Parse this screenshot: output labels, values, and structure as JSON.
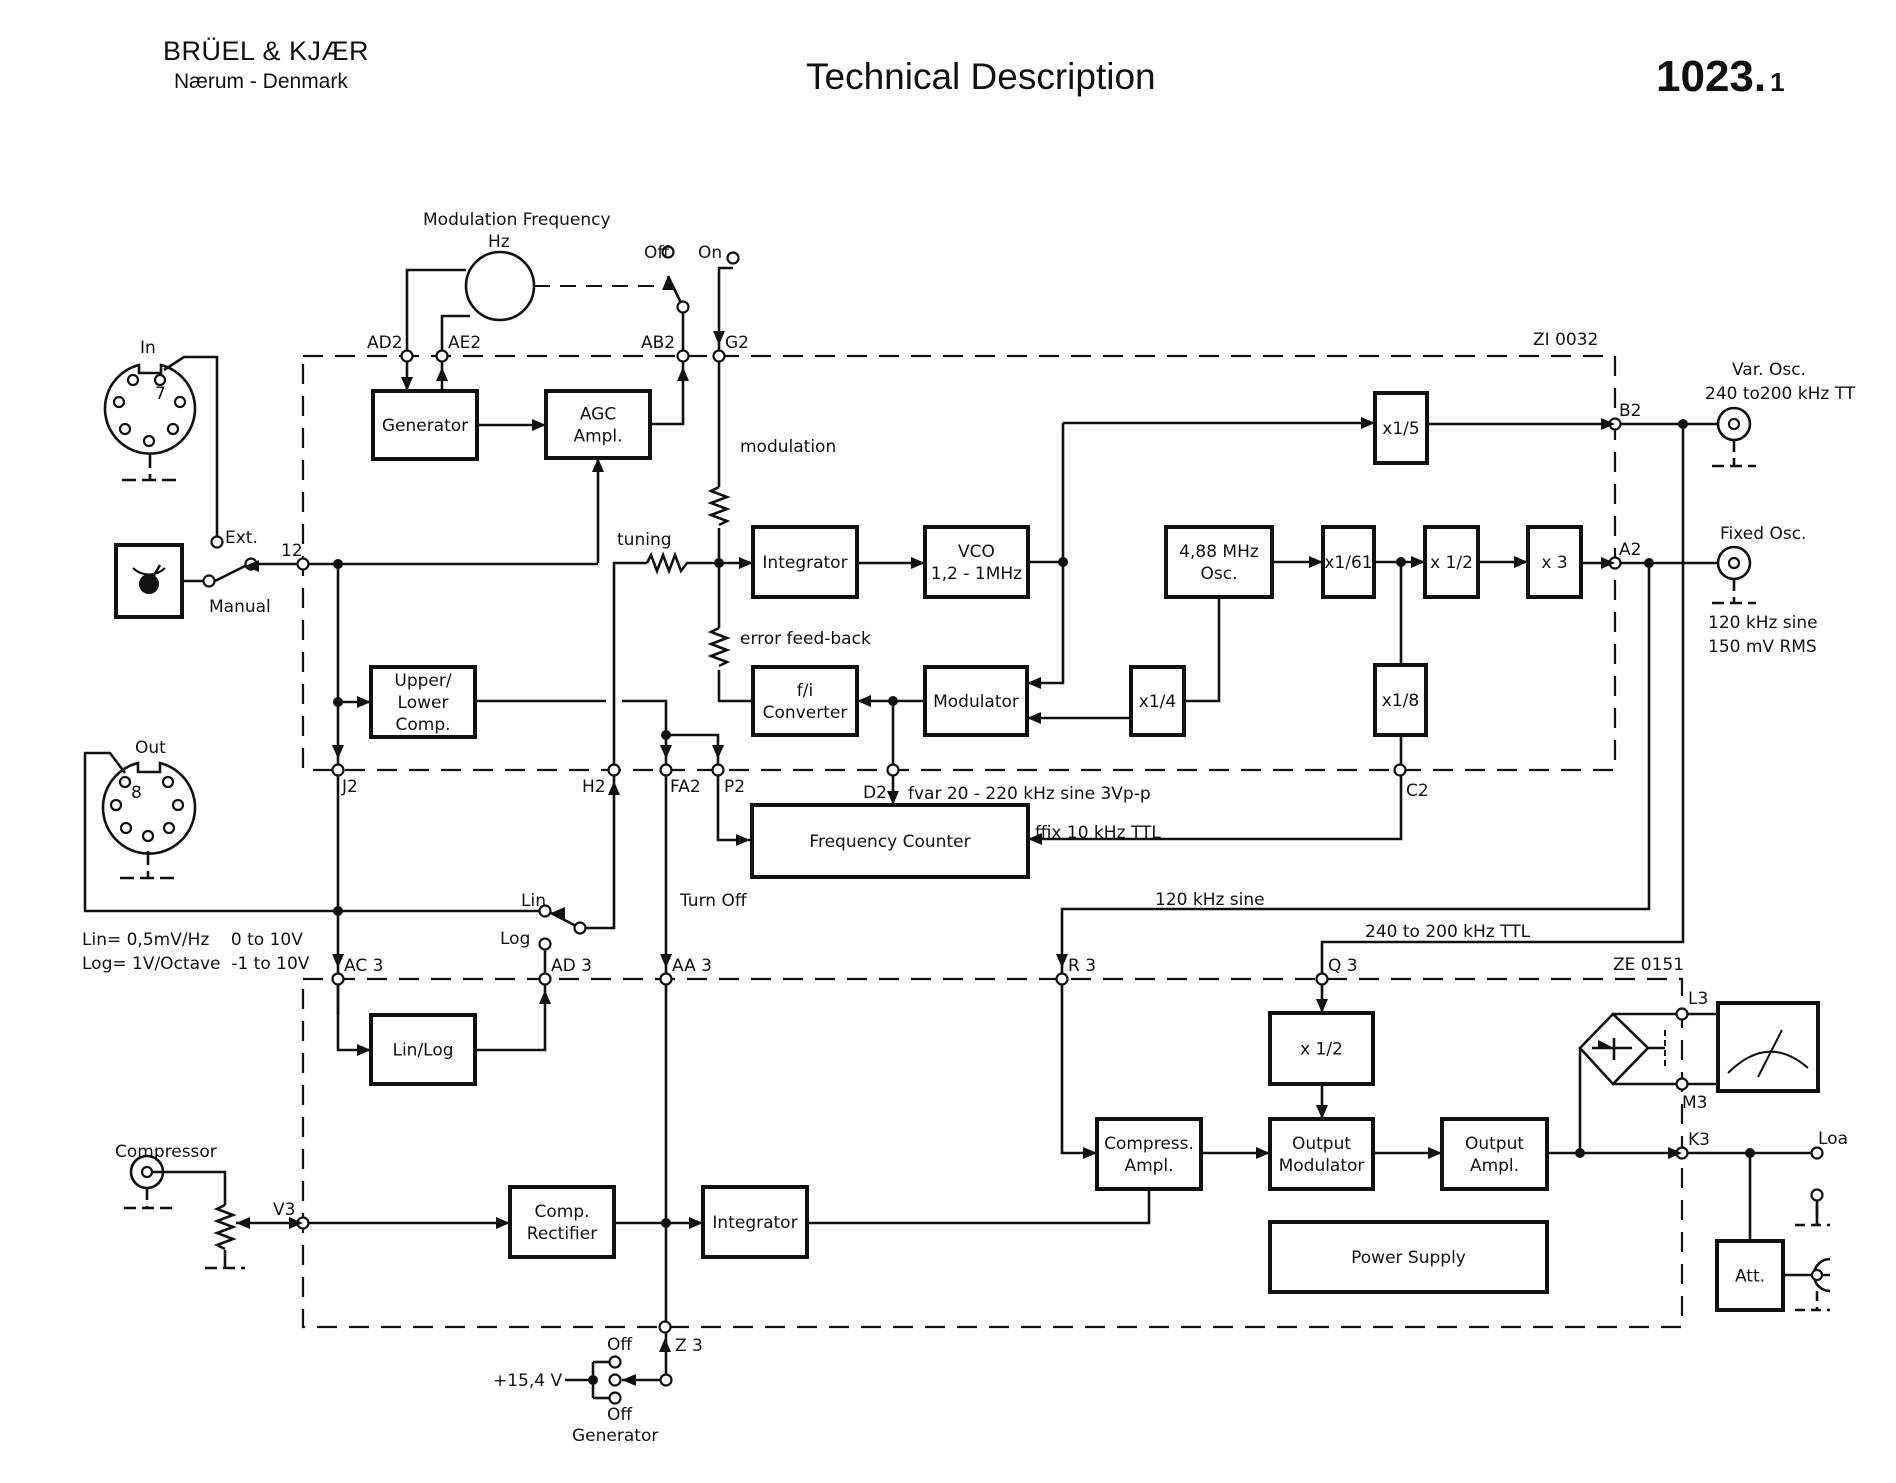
{
  "header": {
    "brand": "BRÜEL & KJÆR",
    "location": "Nærum - Denmark",
    "title": "Technical Description",
    "doc_number": "1023.",
    "doc_sub": "1"
  },
  "modules": {
    "upper": "ZI 0032",
    "lower": "ZE 0151"
  },
  "blocks": {
    "generator": [
      "Generator"
    ],
    "agc": [
      "AGC",
      "Ampl."
    ],
    "integrator_top": [
      "Integrator"
    ],
    "vco": [
      "VCO",
      "1,2 - 1MHz"
    ],
    "osc488": [
      "4,88 MHz",
      "Osc."
    ],
    "div61": [
      "x1/61"
    ],
    "div5": [
      "x1/5"
    ],
    "div2_top": [
      "x 1/2"
    ],
    "mul3": [
      "x 3"
    ],
    "div4": [
      "x1/4"
    ],
    "div8": [
      "x1/8"
    ],
    "upper_lower": [
      "Upper/",
      "Lower",
      "Comp."
    ],
    "fi_conv": [
      "f/i",
      "Converter"
    ],
    "modulator": [
      "Modulator"
    ],
    "freq_counter": [
      "Frequency Counter"
    ],
    "linlog": [
      "Lin/Log"
    ],
    "comp_rect": [
      "Comp.",
      "Rectifier"
    ],
    "integrator_bot": [
      "Integrator"
    ],
    "compress_ampl": [
      "Compress.",
      "Ampl."
    ],
    "div2_bot": [
      "x 1/2"
    ],
    "output_mod": [
      "Output",
      "Modulator"
    ],
    "output_ampl": [
      "Output",
      "Ampl."
    ],
    "power_supply": [
      "Power Supply"
    ],
    "att": [
      "Att."
    ]
  },
  "terminals": {
    "AD2": "AD2",
    "AE2": "AE2",
    "AB2": "AB2",
    "G2": "G2",
    "T12": "12",
    "J2": "J2",
    "H2": "H2",
    "FA2": "FA2",
    "P2": "P2",
    "D2": "D2",
    "C2": "C2",
    "B2": "B2",
    "A2": "A2",
    "AC3": "AC 3",
    "AD3": "AD 3",
    "AA3": "AA 3",
    "R3": "R 3",
    "Q3": "Q 3",
    "L3": "L3",
    "M3": "M3",
    "K3": "K3",
    "V3": "V3",
    "Z3": "Z 3"
  },
  "labels": {
    "mod_freq": "Modulation Frequency",
    "mod_freq_unit": "Hz",
    "mod_off": "Off",
    "mod_on": "On",
    "in_conn": "In",
    "in_pin": "7",
    "ext": "Ext.",
    "manual": "Manual",
    "out_conn": "Out",
    "out_pin": "8",
    "modulation": "modulation",
    "tuning": "tuning",
    "error_feedback": "error feed-back",
    "fvar": "fvar 20 - 220 kHz sine 3Vp-p",
    "ffix": "ffix 10 kHz TTL",
    "var_osc": "Var. Osc.",
    "var_osc_range": "240 to200 kHz TT",
    "fixed_osc": "Fixed Osc.",
    "fixed_osc_1": "120 kHz sine",
    "fixed_osc_2": "150 mV RMS",
    "lin_scale": "Lin= 0,5mV/Hz    0 to 10V",
    "log_scale": "Log= 1V/Octave  -1 to 10V",
    "lin": "Lin",
    "log": "Log",
    "turn_off": "Turn Off",
    "sig_120": "120 kHz sine",
    "sig_240": "240 to 200 kHz  TTL",
    "compressor": "Compressor",
    "supply": "+15,4 V",
    "gen_off_top": "Off",
    "gen_off_bot": "Off",
    "generator_sw": "Generator",
    "load": "Loa"
  }
}
